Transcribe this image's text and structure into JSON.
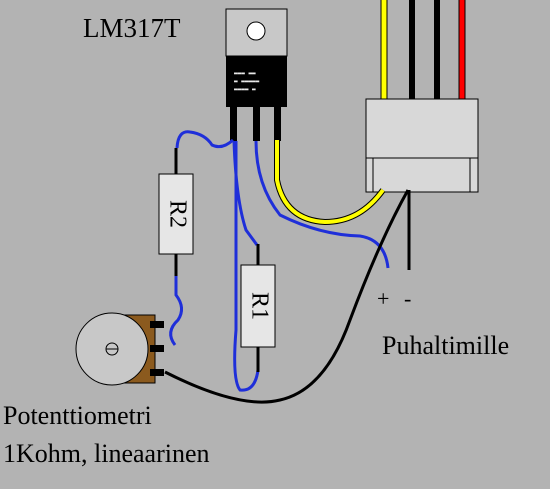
{
  "labels": {
    "regulator": "LM317T",
    "r1": "R1",
    "r2": "R2",
    "fan_target": "Puhaltimille",
    "plus": "+",
    "minus": "-",
    "pot_line1": "Potenttiometri",
    "pot_line2": "1Kohm, lineaarinen"
  },
  "colors": {
    "background": "#b3b3b3",
    "wire_blue": "#1f2fd9",
    "wire_yellow": "#ffff00",
    "wire_red": "#ff0000",
    "wire_black": "#000000",
    "regulator_body": "#000000",
    "heatsink_tab": "#c8c8c8",
    "connector": "#d8d8d8",
    "resistor_body": "#e6e6e6",
    "pot_tab": "#8b5a1e"
  },
  "icons": {
    "pot_knob": "slotted-knob-icon",
    "regulator": "to220-package-icon",
    "connector": "four-pin-molex-connector-icon"
  }
}
